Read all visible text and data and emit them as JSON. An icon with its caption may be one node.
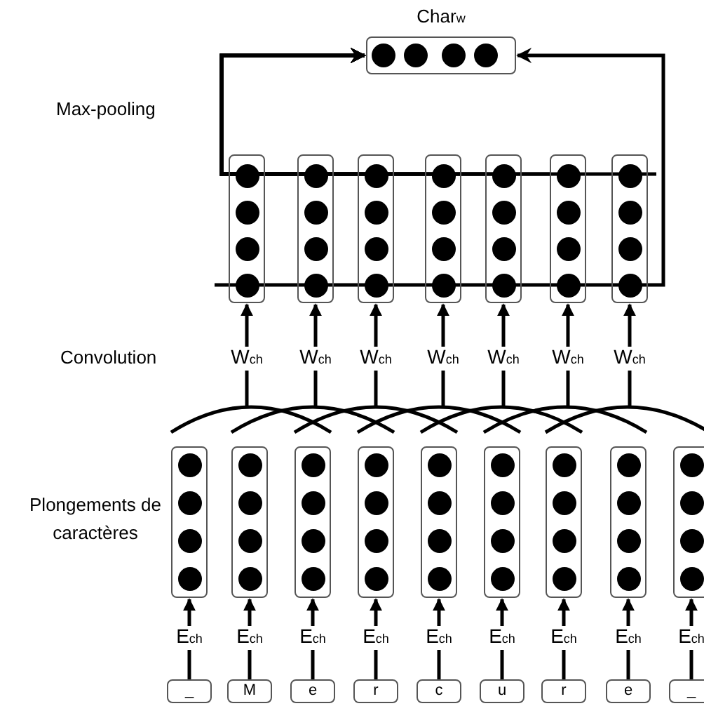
{
  "diagram": {
    "nodes": [
      {
        "text": [
          "Char$_{w}$"
        ]
      },
      {
        "text": [],
        "shape": "box"
      },
      {
        "text": [],
        "shape": "box"
      },
      {
        "text": [],
        "shape": "box"
      },
      {
        "text": [],
        "shape": "box"
      },
      {
        "text": [],
        "shape": "box"
      },
      {
        "text": [],
        "shape": "box"
      },
      {
        "text": [],
        "shape": "box"
      },
      {
        "text": [],
        "shape": "box"
      },
      {
        "text": [],
        "shape": "box"
      },
      {
        "text": [],
        "shape": "box"
      },
      {
        "text": [],
        "shape": "box"
      },
      {
        "text": [],
        "shape": "box"
      },
      {
        "text": [],
        "shape": "box"
      },
      {
        "text": [],
        "shape": "box"
      },
      {
        "text": [],
        "shape": "box"
      },
      {
        "text": [],
        "shape": "box"
      },
      {
        "text": [
          "_"
        ]
      },
      {
        "text": [
          "M"
        ]
      },
      {
        "text": [
          "e"
        ]
      },
      {
        "text": [
          "r"
        ]
      },
      {
        "text": [
          "c"
        ]
      },
      {
        "text": [
          "u"
        ]
      },
      {
        "text": [
          "r"
        ]
      },
      {
        "text": [
          "e"
        ]
      },
      {
        "text": [
          "_"
        ]
      }
    ],
    "edges": [
      {
        "from": 17,
        "to": 8,
        "arrow": "to",
        "label": "E$_{ch}$"
      },
      {
        "from": 18,
        "to": 9,
        "arrow": "to",
        "label": "E$_{ch}$"
      },
      {
        "from": 19,
        "to": 10,
        "arrow": "to",
        "label": "E$_{ch}$"
      },
      {
        "from": 20,
        "to": 11,
        "arrow": "to",
        "label": "E$_{ch}$"
      },
      {
        "from": 21,
        "to": 12,
        "arrow": "to",
        "label": "E$_{ch}$"
      },
      {
        "from": 22,
        "to": 13,
        "arrow": "to",
        "label": "E$_{ch}$"
      },
      {
        "from": 23,
        "to": 14,
        "arrow": "to",
        "label": "E$_{ch}$"
      },
      {
        "from": 24,
        "to": 15,
        "arrow": "to",
        "label": "E$_{ch}$"
      },
      {
        "from": 25,
        "to": 16,
        "arrow": "to",
        "label": "E$_{ch}$"
      },
      {
        "from": 8,
        "to": 1,
        "arrow": "to"
      },
      {
        "from": 9,
        "to": 1,
        "arrow": "to",
        "label": "W$_{ch}$"
      },
      {
        "from": 10,
        "to": 1,
        "arrow": "to"
      },
      {
        "from": 9,
        "to": 2,
        "arrow": "to"
      },
      {
        "from": 10,
        "to": 2,
        "arrow": "to",
        "label": "W$_{ch}$"
      },
      {
        "from": 11,
        "to": 2,
        "arrow": "to"
      },
      {
        "from": 10,
        "to": 3,
        "arrow": "to"
      },
      {
        "from": 11,
        "to": 3,
        "arrow": "to",
        "label": "W$_{ch}$"
      },
      {
        "from": 12,
        "to": 3,
        "arrow": "to"
      },
      {
        "from": 11,
        "to": 4,
        "arrow": "to"
      },
      {
        "from": 12,
        "to": 4,
        "arrow": "to",
        "label": "W$_{ch}$"
      },
      {
        "from": 13,
        "to": 4,
        "arrow": "to"
      },
      {
        "from": 12,
        "to": 5,
        "arrow": "to"
      },
      {
        "from": 13,
        "to": 5,
        "arrow": "to",
        "label": "W$_{ch}$"
      },
      {
        "from": 14,
        "to": 5,
        "arrow": "to"
      },
      {
        "from": 13,
        "to": 6,
        "arrow": "to"
      },
      {
        "from": 14,
        "to": 6,
        "arrow": "to",
        "label": "W$_{ch}$"
      },
      {
        "from": 15,
        "to": 6,
        "arrow": "to"
      },
      {
        "from": 14,
        "to": 7,
        "arrow": "to"
      },
      {
        "from": 15,
        "to": 7,
        "arrow": "to",
        "label": "W$_{ch}$"
      },
      {
        "from": 16,
        "to": 7,
        "arrow": "to"
      },
      {
        "from": 1,
        "to": 0,
        "arrow": "to"
      },
      {
        "from": 2,
        "to": 0,
        "arrow": "to"
      },
      {
        "from": 3,
        "to": 0,
        "arrow": "to"
      },
      {
        "from": 4,
        "to": 0,
        "arrow": "to"
      },
      {
        "from": 5,
        "to": 0,
        "arrow": "to"
      },
      {
        "from": 6,
        "to": 0,
        "arrow": "to"
      },
      {
        "from": 7,
        "to": 0,
        "arrow": "to"
      }
    ],
    "labels": [
      "Max-pooling",
      "Convolution",
      "Plongements de caractères"
    ]
  }
}
